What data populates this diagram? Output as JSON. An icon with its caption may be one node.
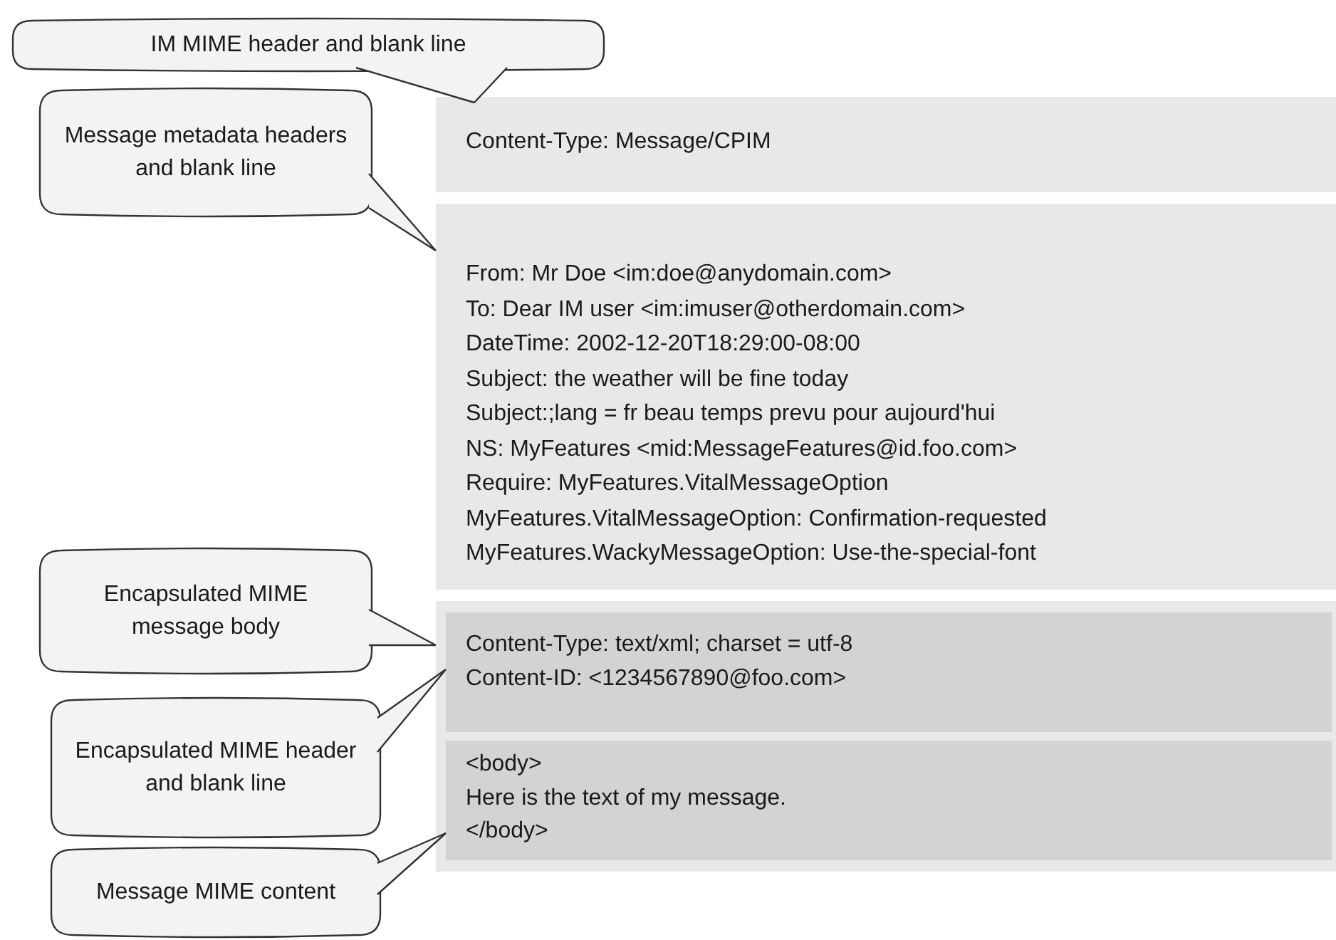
{
  "diagram": {
    "nodes": [
      {
        "text": [
          "IM MIME header and blank line"
        ]
      },
      {
        "text": [
          "Content-Type: Message/CPIM"
        ]
      },
      {
        "text": [
          "Message metadata headers and blank line"
        ]
      },
      {
        "text": [
          "From: Mr Doe <im:doe@anydomain.com>",
          "To: Dear IM user <im:imuser@otherdomain.com>",
          "DateTime: 2002-12-20T18:29:00-08:00",
          "Subject: the weather will be fine today",
          "Subject:;lang = fr beau temps prevu pour aujourd'hui",
          "NS: MyFeatures <mid:MessageFeatures@id.foo.com>",
          "Require: MyFeatures.VitalMessageOption",
          "MyFeatures.VitalMessageOption: Confirmation-requested",
          "MyFeatures.WackyMessageOption: Use-the-special-font"
        ]
      },
      {
        "text": [
          "Encapsulated MIME message body"
        ]
      },
      {
        "text": [],
        "shape": "box"
      },
      {
        "text": [
          "Content-Type: text/xml; charset = utf-8",
          "Content-ID: <1234567890@foo.com>"
        ],
        "in": 5
      },
      {
        "text": [
          "Encapsulated MIME header and blank line"
        ]
      },
      {
        "text": [
          "<body>",
          "Here is the text of my message.",
          "</body>"
        ],
        "in": 5
      },
      {
        "text": [
          "Message MIME content"
        ]
      }
    ],
    "edges": [
      {
        "from": 0,
        "to": 1,
        "arrow": "none"
      },
      {
        "from": 2,
        "to": 3,
        "arrow": "none"
      },
      {
        "from": 4,
        "to": 5,
        "arrow": "none"
      },
      {
        "from": 7,
        "to": 6,
        "arrow": "none"
      },
      {
        "from": 9,
        "to": 8,
        "arrow": "none"
      }
    ]
  }
}
